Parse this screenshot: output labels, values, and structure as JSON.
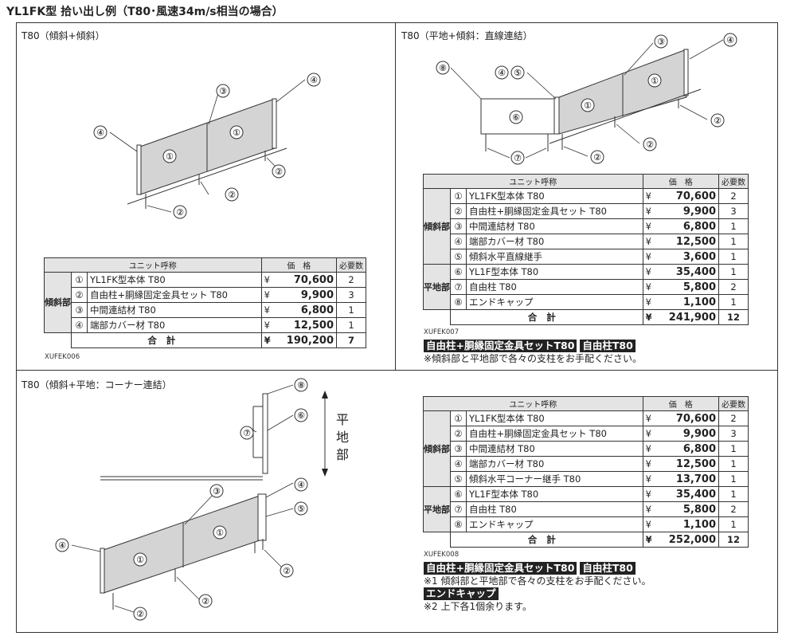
{
  "title": "YL1FK型 拾い出し例（T80･風速34m/s相当の場合）",
  "sections": {
    "a": {
      "label": "T80（傾斜+傾斜）",
      "code": "XUFEK006"
    },
    "b": {
      "label": "T80（平地+傾斜：直線連結）",
      "code": "XUFEK007"
    },
    "c": {
      "label": "T80（傾斜+平地：コーナー連結）",
      "code": "XUFEK008"
    }
  },
  "table_headers": {
    "unit": "ユニット呼称",
    "price": "価　格",
    "qty": "必要数"
  },
  "groups": {
    "slope": "傾斜部",
    "flat": "平地部"
  },
  "yen": "¥",
  "total_label": "合計",
  "table_a": {
    "rows": [
      {
        "no": "①",
        "name": "YL1FK型本体  T80",
        "price": "70,600",
        "qty": "2"
      },
      {
        "no": "②",
        "name": "自由柱+胴縁固定金具セット  T80",
        "price": "9,900",
        "qty": "3"
      },
      {
        "no": "③",
        "name": "中間連結材  T80",
        "price": "6,800",
        "qty": "1"
      },
      {
        "no": "④",
        "name": "端部カバー材  T80",
        "price": "12,500",
        "qty": "1"
      }
    ],
    "total_price": "190,200",
    "total_qty": "7"
  },
  "table_b": {
    "slope_rows": [
      {
        "no": "①",
        "name": "YL1FK型本体  T80",
        "price": "70,600",
        "qty": "2"
      },
      {
        "no": "②",
        "name": "自由柱+胴縁固定金具セット  T80",
        "price": "9,900",
        "qty": "3"
      },
      {
        "no": "③",
        "name": "中間連結材  T80",
        "price": "6,800",
        "qty": "1"
      },
      {
        "no": "④",
        "name": "端部カバー材  T80",
        "price": "12,500",
        "qty": "1"
      },
      {
        "no": "⑤",
        "name": "傾斜水平直線継手",
        "price": "3,600",
        "qty": "1"
      }
    ],
    "flat_rows": [
      {
        "no": "⑥",
        "name": "YL1F型本体  T80",
        "price": "35,400",
        "qty": "1"
      },
      {
        "no": "⑦",
        "name": "自由柱  T80",
        "price": "5,800",
        "qty": "2"
      },
      {
        "no": "⑧",
        "name": "エンドキャップ",
        "price": "1,100",
        "qty": "1"
      }
    ],
    "total_price": "241,900",
    "total_qty": "12",
    "tags": [
      "自由柱+胴縁固定金具セットT80",
      "自由柱T80"
    ],
    "note": "※傾斜部と平地部で各々の支柱をお手配ください。"
  },
  "table_c": {
    "slope_rows": [
      {
        "no": "①",
        "name": "YL1FK型本体  T80",
        "price": "70,600",
        "qty": "2"
      },
      {
        "no": "②",
        "name": "自由柱+胴縁固定金具セット  T80",
        "price": "9,900",
        "qty": "3"
      },
      {
        "no": "③",
        "name": "中間連結材  T80",
        "price": "6,800",
        "qty": "1"
      },
      {
        "no": "④",
        "name": "端部カバー材  T80",
        "price": "12,500",
        "qty": "1"
      },
      {
        "no": "⑤",
        "name": "傾斜水平コーナー継手  T80",
        "price": "13,700",
        "qty": "1"
      }
    ],
    "flat_rows": [
      {
        "no": "⑥",
        "name": "YL1F型本体  T80",
        "price": "35,400",
        "qty": "1"
      },
      {
        "no": "⑦",
        "name": "自由柱  T80",
        "price": "5,800",
        "qty": "2"
      },
      {
        "no": "⑧",
        "name": "エンドキャップ",
        "price": "1,100",
        "qty": "1"
      }
    ],
    "total_price": "252,000",
    "total_qty": "12",
    "tags": [
      "自由柱+胴縁固定金具セットT80",
      "自由柱T80"
    ],
    "note1": "※1 傾斜部と平地部で各々の支柱をお手配ください。",
    "tag2": "エンドキャップ",
    "note2": "※2 上下各1個余ります。"
  },
  "diagram_labels": {
    "c1": "①",
    "c2": "②",
    "c3": "③",
    "c4": "④",
    "c5": "⑤",
    "c6": "⑥",
    "c7": "⑦",
    "c8": "⑧",
    "flat_vertical": "平地部"
  },
  "colors": {
    "panel_fill": "#d4d4d4",
    "header_fill": "#e4e4e4",
    "tag_fill": "#222222"
  }
}
